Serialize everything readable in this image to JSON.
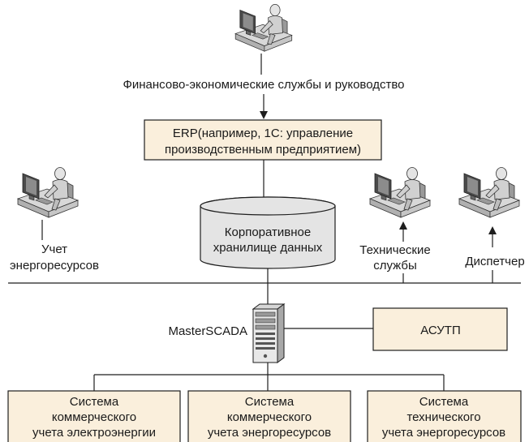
{
  "diagram": {
    "top_label": "Финансово-экономические службы и руководство",
    "erp": {
      "lines": [
        "ERP(например, 1С: управление",
        "производственным предприятием)"
      ]
    },
    "storage": {
      "lines": [
        "Корпоративное",
        "хранилище данных"
      ]
    },
    "energy_accounting": {
      "lines": [
        "Учет",
        "энергоресурсов"
      ]
    },
    "technical_services": {
      "lines": [
        "Технические",
        "службы"
      ]
    },
    "dispatcher": {
      "label": "Диспетчер"
    },
    "scada": {
      "label": "MasterSCADA"
    },
    "asutp": {
      "label": "АСУТП"
    },
    "bottom_systems": [
      {
        "lines": [
          "Система",
          "коммерческого",
          "учета электроэнергии"
        ]
      },
      {
        "lines": [
          "Система",
          "коммерческого",
          "учета энергоресурсов"
        ]
      },
      {
        "lines": [
          "Система",
          "технического",
          "учета энергоресурсов"
        ]
      }
    ]
  },
  "icons": {
    "workstation": "workstation-icon",
    "server": "server-icon"
  },
  "colors": {
    "box_fill": "#faefdc",
    "cylinder_fill": "#e4e4e4",
    "line": "#1e1e1e"
  }
}
